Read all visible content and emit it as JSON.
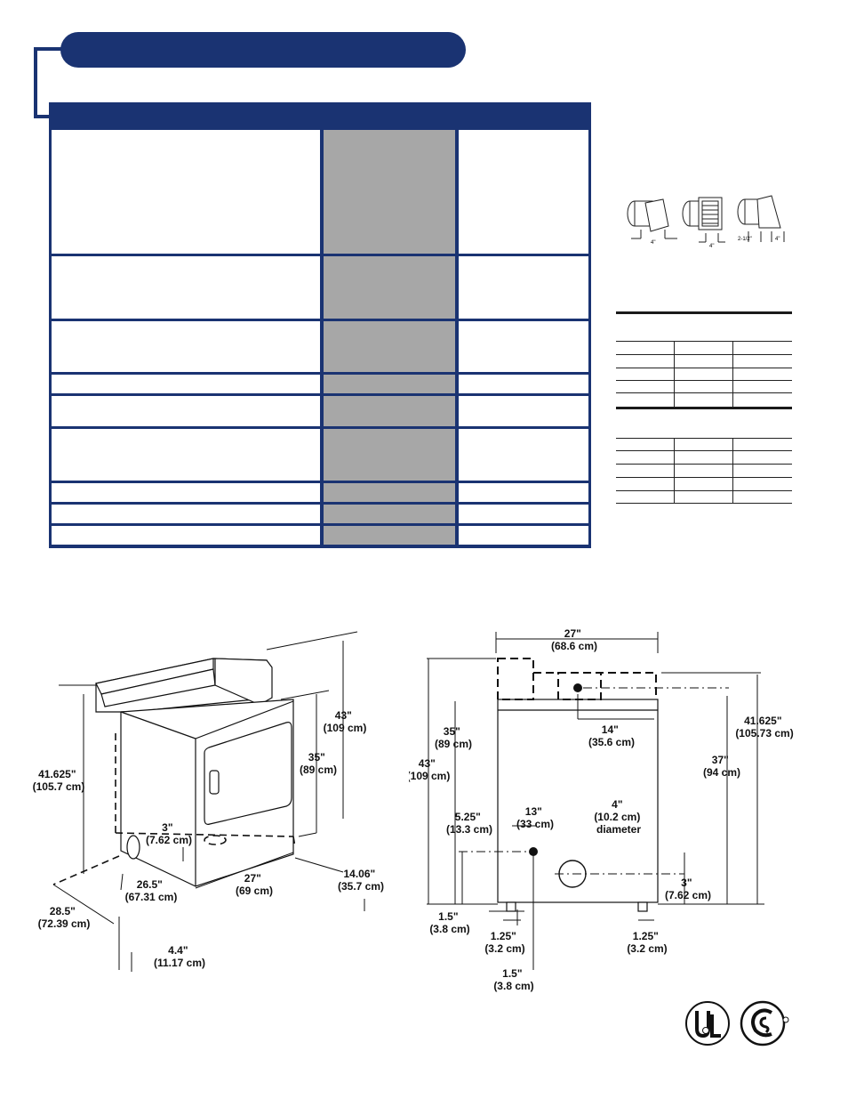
{
  "vent_hoods": {
    "dims": [
      "4\"",
      "4\"",
      "2-1/2\"",
      "4\""
    ]
  },
  "left_dimensions": {
    "height_total": [
      "41.625\"",
      "(105.7 cm)"
    ],
    "height_backguard": [
      "43\"",
      "(109 cm)"
    ],
    "height_cabinet": [
      "35\"",
      "(89 cm)"
    ],
    "vent_height": [
      "3\"",
      "(7.62 cm)"
    ],
    "depth_cabinet": [
      "26.5\"",
      "(67.31 cm)"
    ],
    "depth_total": [
      "28.5\"",
      "(72.39 cm)"
    ],
    "width": [
      "27\"",
      "(69 cm)"
    ],
    "side_offset": [
      "14.06\"",
      "(35.7 cm)"
    ],
    "side_gap": [
      "4.4\"",
      "(11.17 cm)"
    ]
  },
  "right_dimensions": {
    "width_top": [
      "27\"",
      "(68.6 cm)"
    ],
    "vent_offset_top": [
      "14\"",
      "(35.6 cm)"
    ],
    "cabinet_height": [
      "35\"",
      "(89 cm)"
    ],
    "backguard_height": [
      "43\"",
      "(109 cm)"
    ],
    "total_height": [
      "41.625\"",
      "(105.73 cm)"
    ],
    "vent_height_rear": [
      "37\"",
      "(94 cm)"
    ],
    "cord_height": [
      "5.25\"",
      "(13.3 cm)"
    ],
    "cord_offset": [
      "13\"",
      "(33 cm)"
    ],
    "vent_diameter": [
      "4\"",
      "(10.2 cm)",
      "diameter"
    ],
    "vent_bottom": [
      "3\"",
      "(7.62 cm)"
    ],
    "leg_left_offset": [
      "1.5\"",
      "(3.8 cm)"
    ],
    "leg_left_inset": [
      "1.25\"",
      "(3.2 cm)"
    ],
    "leg_right_inset": [
      "1.25\"",
      "(3.2 cm)"
    ],
    "leg_bottom": [
      "1.5\"",
      "(3.8 cm)"
    ]
  },
  "colors": {
    "navy": "#1a3372",
    "gray": "#a7a7a7"
  }
}
